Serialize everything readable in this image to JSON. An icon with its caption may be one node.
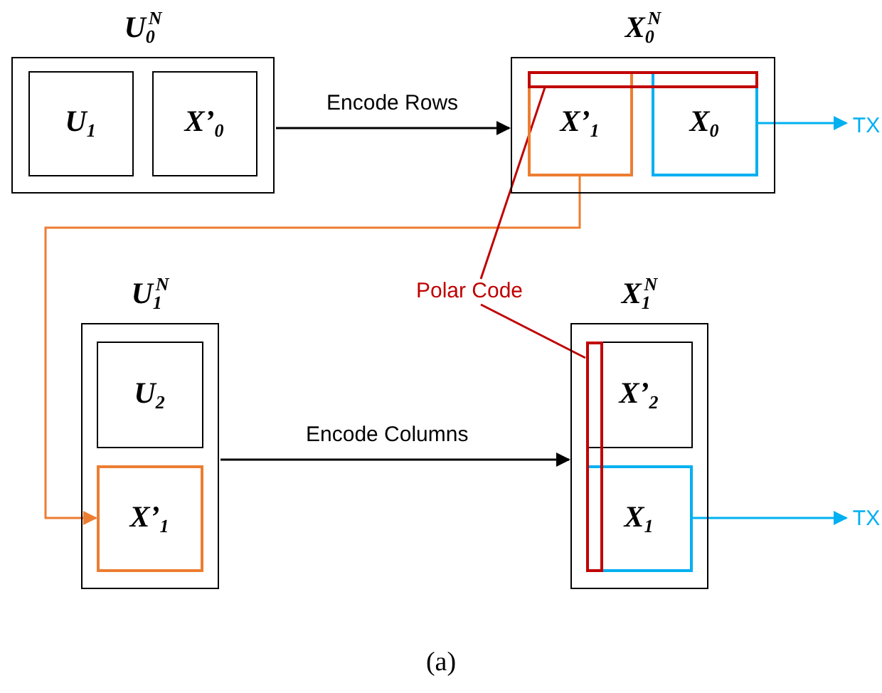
{
  "diagram": {
    "caption": "(a)",
    "nodes": [
      {
        "text": [
          "U$_{0}$$^{N}$"
        ]
      },
      {
        "text": [
          "U$_{1}$"
        ],
        "in": 0
      },
      {
        "text": [
          "X’$_{0}$"
        ],
        "in": 0
      },
      {
        "text": [
          "X$_{0}$$^{N}$"
        ]
      },
      {
        "text": [
          "X’$_{1}$"
        ],
        "in": 3
      },
      {
        "text": [
          "X$_{0}$"
        ],
        "in": 3
      },
      {
        "text": [],
        "shape": "bar",
        "in": 3
      },
      {
        "text": [
          "U$_{1}$$^{N}$"
        ]
      },
      {
        "text": [
          "U$_{2}$"
        ],
        "in": 7
      },
      {
        "text": [
          "X’$_{1}$"
        ],
        "in": 7
      },
      {
        "text": [
          "X$_{1}$$^{N}$"
        ]
      },
      {
        "text": [
          "X’$_{2}$"
        ],
        "in": 10
      },
      {
        "text": [
          "X$_{1}$"
        ],
        "in": 10
      },
      {
        "text": [],
        "shape": "bar",
        "in": 10
      },
      {
        "text": [
          "Polar Code"
        ]
      },
      {
        "text": [
          "TX"
        ]
      },
      {
        "text": [
          "TX"
        ]
      }
    ],
    "edges": [
      {
        "from": 0,
        "to": 3,
        "arrow": "to",
        "label": "Encode Rows"
      },
      {
        "from": 7,
        "to": 10,
        "arrow": "to",
        "label": "Encode Columns"
      },
      {
        "from": 4,
        "to": 9,
        "arrow": "to",
        "color": "#ed7d31"
      },
      {
        "from": 5,
        "to": 15,
        "arrow": "to",
        "color": "#00b0f0"
      },
      {
        "from": 12,
        "to": 16,
        "arrow": "to",
        "color": "#00b0f0"
      },
      {
        "from": 14,
        "to": 6,
        "arrow": "none",
        "color": "#c00000"
      },
      {
        "from": 14,
        "to": 13,
        "arrow": "none",
        "color": "#c00000"
      }
    ]
  }
}
